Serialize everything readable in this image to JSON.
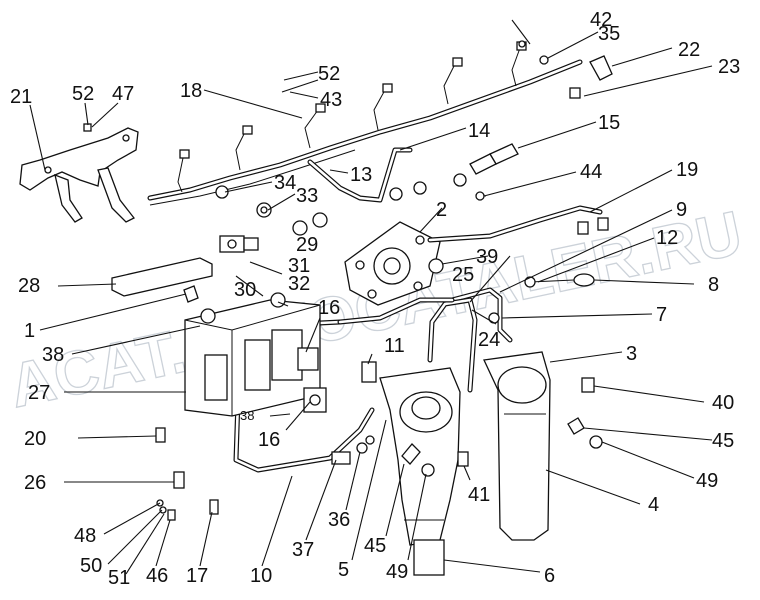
{
  "watermark": "ACAT.AUTOCATALER.RU",
  "labels": {
    "l1": "1",
    "l2": "2",
    "l3": "3",
    "l4": "4",
    "l5": "5",
    "l6": "6",
    "l7": "7",
    "l8": "8",
    "l9": "9",
    "l10": "10",
    "l11": "11",
    "l12": "12",
    "l13": "13",
    "l14": "14",
    "l15": "15",
    "l16a": "16",
    "l16b": "16",
    "l17": "17",
    "l18": "18",
    "l19": "19",
    "l20": "20",
    "l21": "21",
    "l22": "22",
    "l23": "23",
    "l24": "24",
    "l25": "25",
    "l26": "26",
    "l27": "27",
    "l28": "28",
    "l29": "29",
    "l30": "30",
    "l31": "31",
    "l32": "32",
    "l33": "33",
    "l34": "34",
    "l35": "35",
    "l36": "36",
    "l37": "37",
    "l38a": "38",
    "l38b": "38",
    "l39": "39",
    "l40": "40",
    "l41": "41",
    "l42": "42",
    "l43": "43",
    "l44": "44",
    "l45a": "45",
    "l45b": "45",
    "l46": "46",
    "l47": "47",
    "l48": "48",
    "l49a": "49",
    "l49b": "49",
    "l50": "50",
    "l51": "51",
    "l52a": "52",
    "l52b": "52"
  }
}
